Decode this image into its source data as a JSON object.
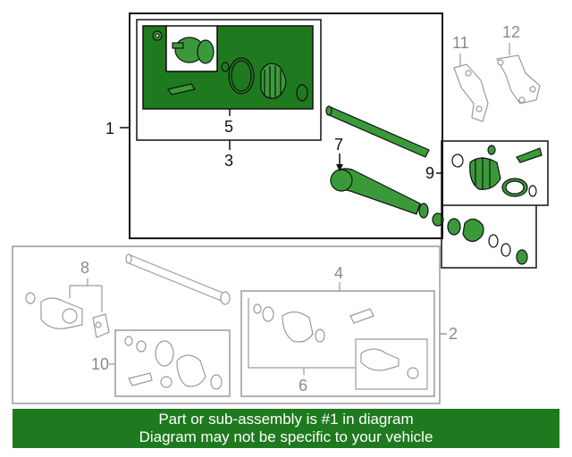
{
  "callouts": {
    "c1": "1",
    "c2": "2",
    "c3": "3",
    "c4": "4",
    "c5": "5",
    "c6": "6",
    "c7": "7",
    "c8": "8",
    "c9": "9",
    "c10": "10",
    "c11": "11",
    "c12": "12"
  },
  "footer": {
    "line1": "Part or sub-assembly is #1 in diagram",
    "line2": "Diagram may not be specific to your vehicle"
  },
  "colors": {
    "highlight_green": "#1f7a1f",
    "part_green": "#3a9a3a",
    "outline_dark": "#111111",
    "outline_gray": "#9a9a9a"
  }
}
